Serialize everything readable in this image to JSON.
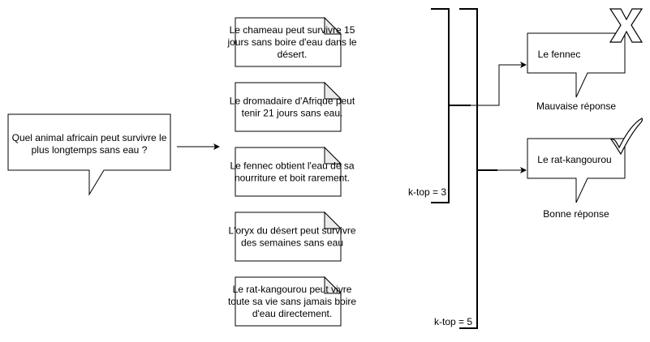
{
  "question": {
    "lines": [
      "Quel animal africain peut survivre le",
      "plus longtemps sans eau ?"
    ]
  },
  "documents": [
    {
      "lines": [
        "Le chameau peut survivre 15",
        "jours sans boire d'eau dans le",
        "désert."
      ]
    },
    {
      "lines": [
        "Le dromadaire d'Afrique peut",
        "tenir 21 jours sans eau."
      ]
    },
    {
      "lines": [
        "Le fennec obtient l'eau de sa",
        "nourriture et boit rarement."
      ]
    },
    {
      "lines": [
        "L'oryx du désert peut survivre",
        "des semaines sans eau"
      ]
    },
    {
      "lines": [
        "Le rat-kangourou peut vivre",
        "toute sa vie sans jamais boire",
        "d'eau directement."
      ]
    }
  ],
  "brackets": {
    "k3": "k-top = 3",
    "k5": "k-top = 5"
  },
  "answers": [
    {
      "text": "Le fennec",
      "caption": "Mauvaise réponse",
      "icon": "x-mark-icon"
    },
    {
      "text": "Le rat-kangourou",
      "caption": "Bonne réponse",
      "icon": "check-mark-icon"
    }
  ]
}
